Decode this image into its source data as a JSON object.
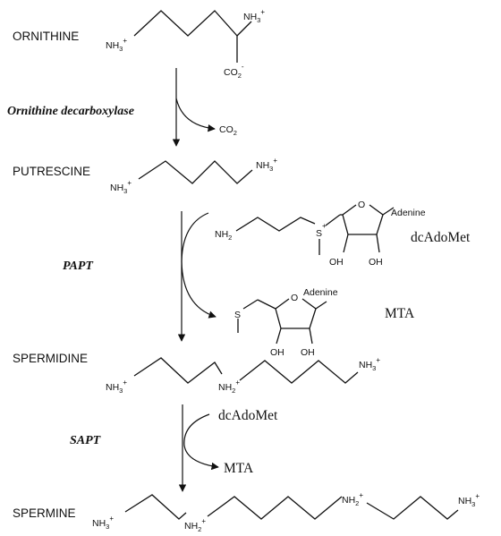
{
  "compounds": {
    "ornithine": "ORNITHINE",
    "putrescine": "PUTRESCINE",
    "spermidine": "SPERMIDINE",
    "spermine": "SPERMINE"
  },
  "enzymes": {
    "odc": "Ornithine decarboxylase",
    "papt": "PAPT",
    "sapt": "SAPT"
  },
  "cofactors": {
    "dcadomet_1": "dcAdoMet",
    "mta_1": "MTA",
    "dcadomet_2": "dcAdoMet",
    "mta_2": "MTA",
    "co2": "CO",
    "co2_sub": "2"
  },
  "chem": {
    "nh": "NH",
    "nh3_sub": "3",
    "nh2_sub": "2",
    "plus": "+",
    "carboxylate": "CO",
    "carboxylate_sub": "2",
    "carboxylate_charge": "-",
    "sulfur": "S",
    "sulfonium_charge": "+",
    "oxygen": "O",
    "hydroxyl": "OH",
    "adenine": "Adenine"
  }
}
